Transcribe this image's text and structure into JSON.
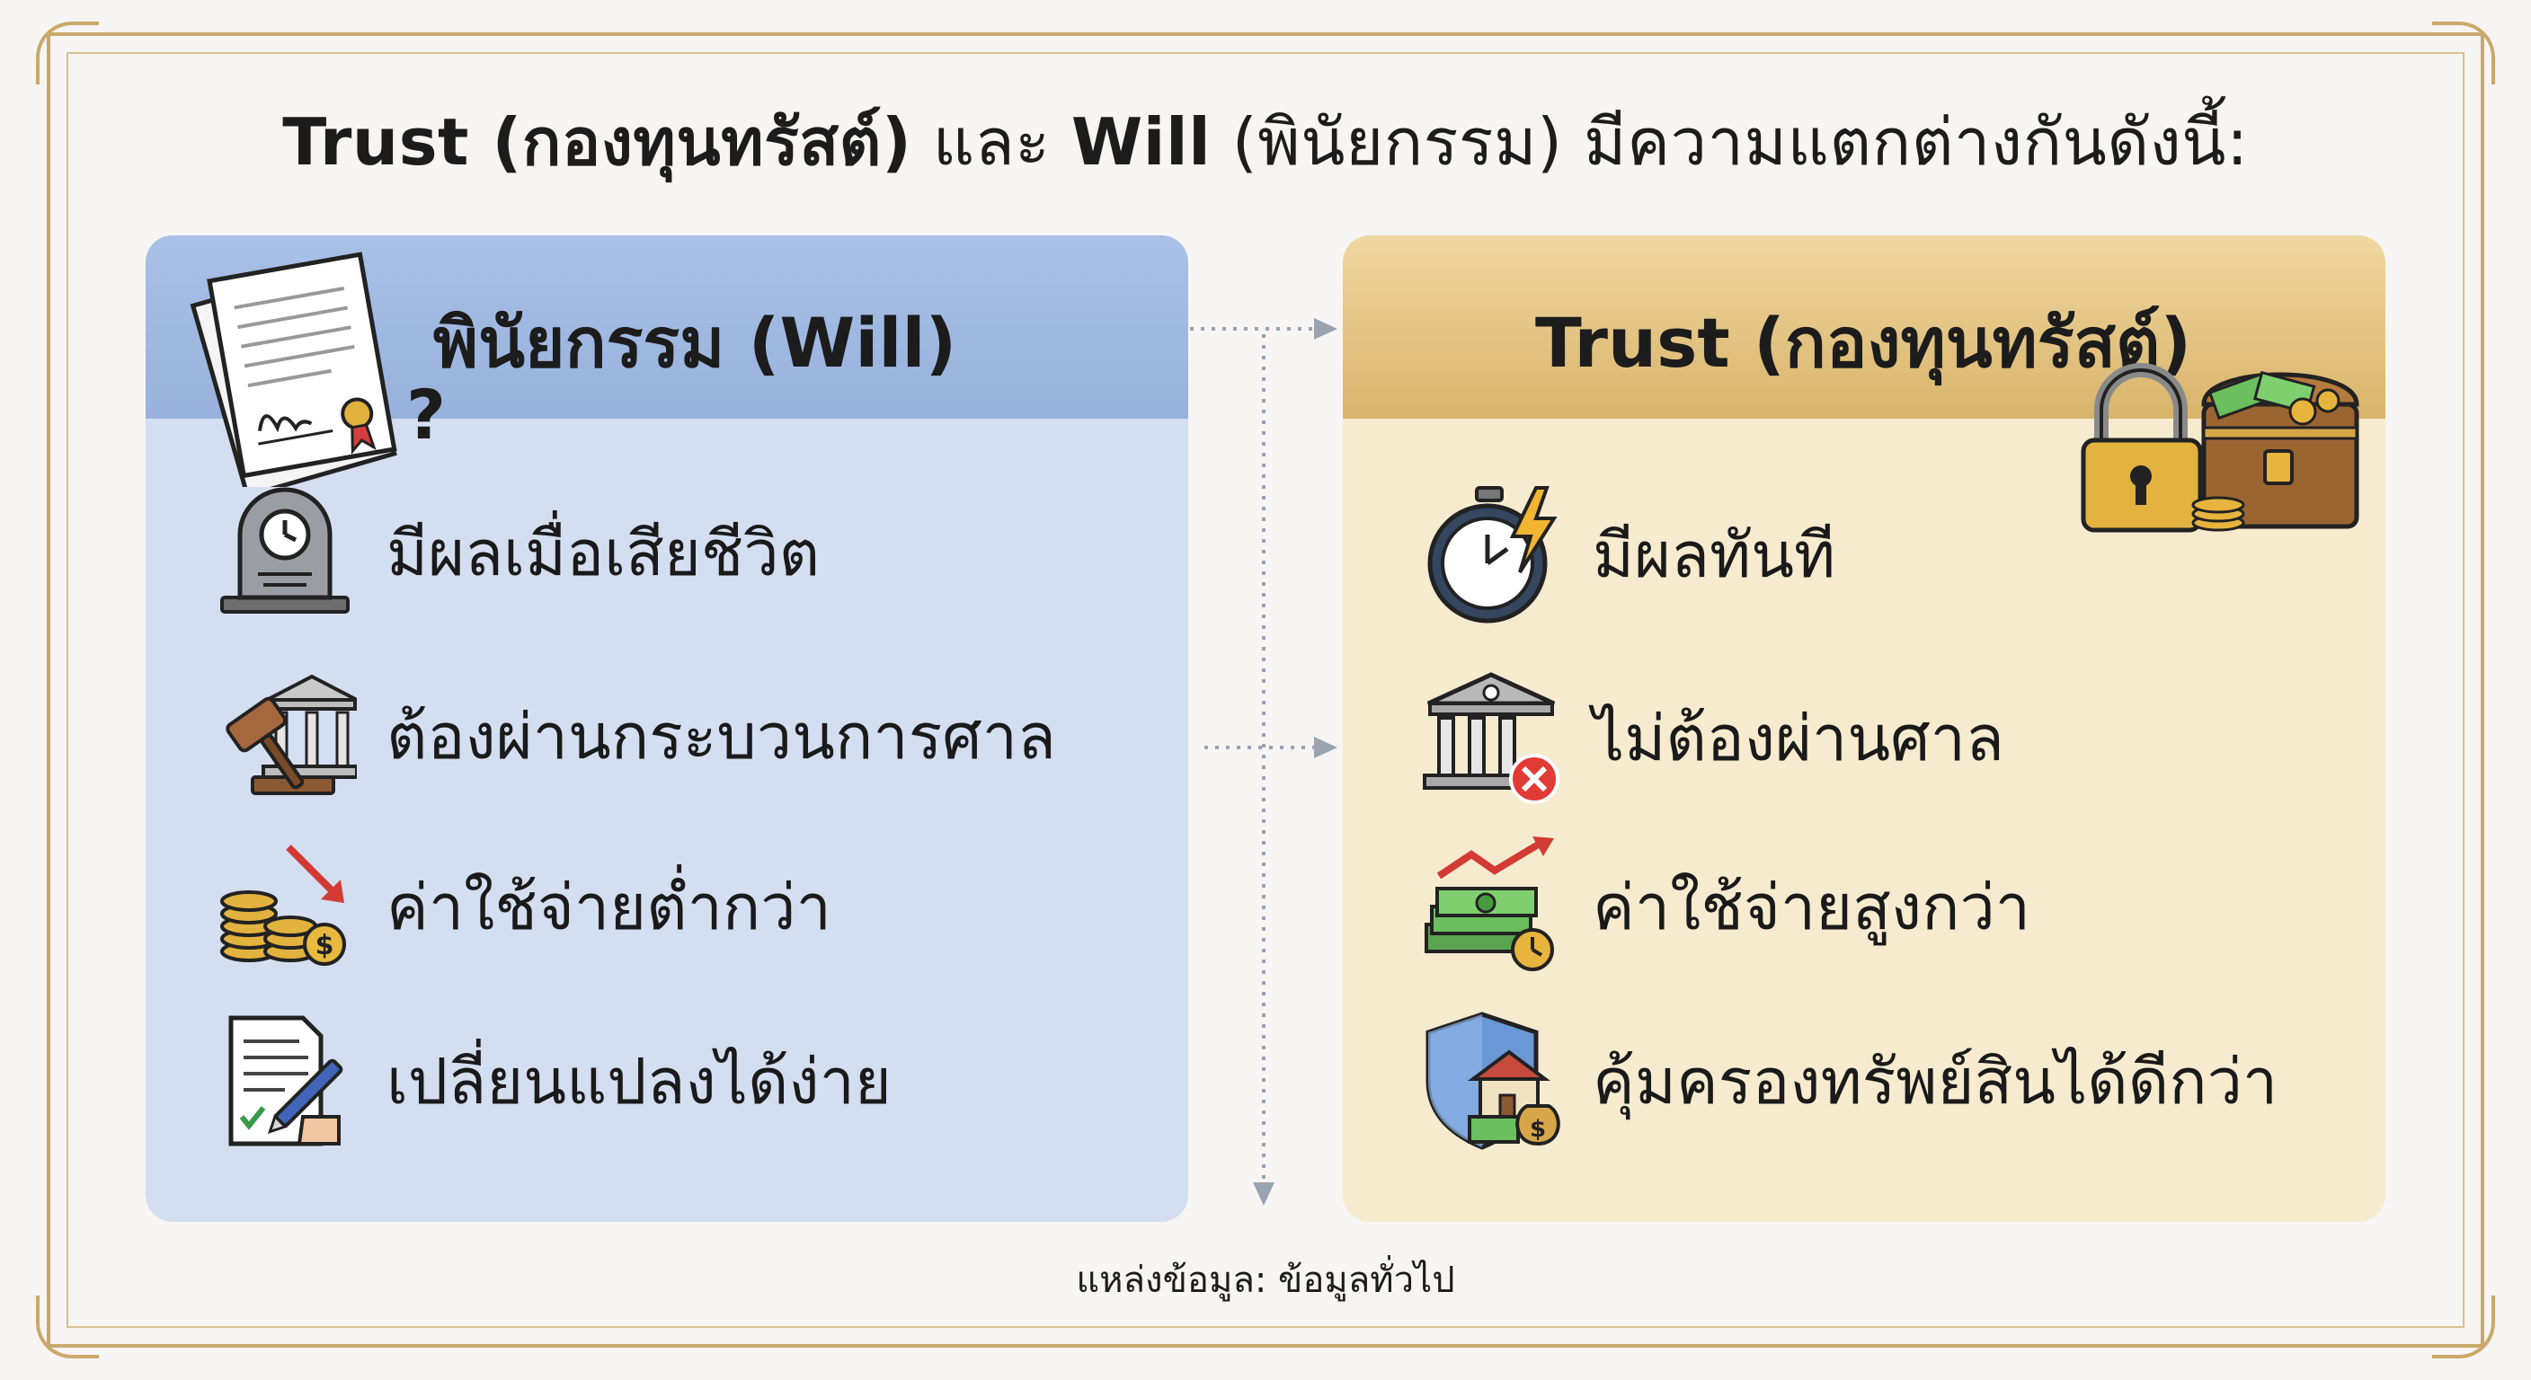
{
  "title": {
    "part1": "Trust (กองทุนทรัสต์)",
    "part2": " และ ",
    "part3": "Will",
    "part4": " (พินัยกรรม) มีความแตกต่างกันดังนี้:"
  },
  "will": {
    "header": "พินัยกรรม (Will)",
    "question_mark": "?",
    "items": [
      {
        "text": "มีผลเมื่อเสียชีวิต",
        "icon": "tombstone-clock-icon"
      },
      {
        "text": "ต้องผ่านกระบวนการศาล",
        "icon": "gavel-courthouse-icon"
      },
      {
        "text": "ค่าใช้จ่ายต่ำกว่า",
        "icon": "coins-down-arrow-icon"
      },
      {
        "text": "เปลี่ยนแปลงได้ง่าย",
        "icon": "document-pen-icon"
      }
    ]
  },
  "trust": {
    "header": "Trust (กองทุนทรัสต์)",
    "items": [
      {
        "text": "มีผลทันที",
        "icon": "stopwatch-lightning-icon"
      },
      {
        "text": "ไม่ต้องผ่านศาล",
        "icon": "courthouse-cross-icon"
      },
      {
        "text": "ค่าใช้จ่ายสูงกว่า",
        "icon": "money-up-arrow-icon"
      },
      {
        "text": "คุ้มครองทรัพย์สินได้ดีกว่า",
        "icon": "shield-house-money-icon"
      }
    ]
  },
  "source": "แหล่งข้อมูล: ข้อมูลทั่วไป",
  "colors": {
    "will_panel": "#d4def1",
    "will_header": "#9fb8e0",
    "trust_panel": "#f6ebcf",
    "trust_header": "#e3c27f",
    "frame_gold": "#c9a86a"
  }
}
